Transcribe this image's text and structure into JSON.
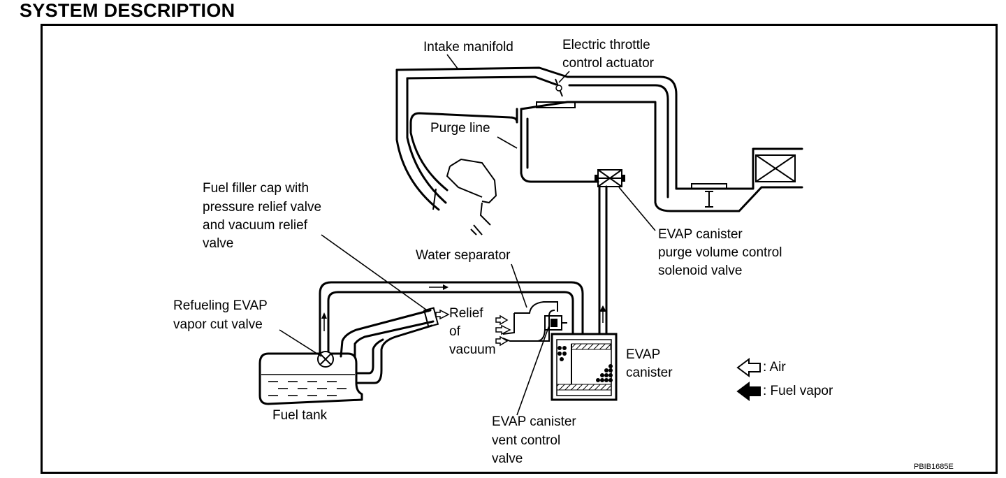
{
  "heading": "SYSTEM DESCRIPTION",
  "figure_code": "PBIB1685E",
  "labels": {
    "intake_manifold": "Intake manifold",
    "throttle_1": "Electric throttle",
    "throttle_2": "control actuator",
    "purge_line": "Purge line",
    "filler_cap_1": "Fuel filler cap with",
    "filler_cap_2": "pressure relief valve",
    "filler_cap_3": "and vacuum relief",
    "filler_cap_4": "valve",
    "water_separator": "Water separator",
    "purge_valve_1": "EVAP canister",
    "purge_valve_2": "purge volume control",
    "purge_valve_3": "solenoid valve",
    "refuel_valve_1": "Refueling EVAP",
    "refuel_valve_2": "vapor cut valve",
    "relief_1": "Relief",
    "relief_2": "of",
    "relief_3": "vacuum",
    "canister_1": "EVAP",
    "canister_2": "canister",
    "fuel_tank": "Fuel tank",
    "vent_valve_1": "EVAP canister",
    "vent_valve_2": "vent control",
    "vent_valve_3": "valve"
  },
  "legend": {
    "air": ": Air",
    "fuel_vapor": ": Fuel vapor"
  }
}
